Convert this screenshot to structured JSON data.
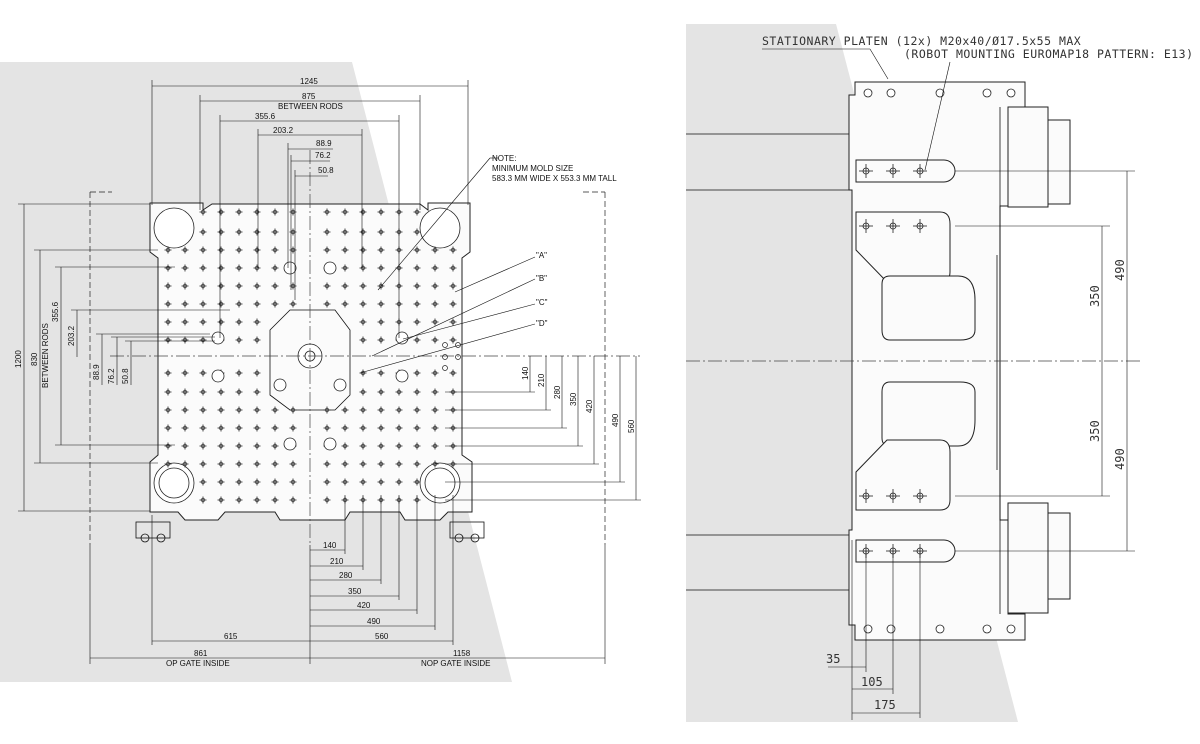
{
  "left_drawing": {
    "top_dims": [
      {
        "label": "1245"
      },
      {
        "label": "875",
        "sub": "BETWEEN RODS"
      },
      {
        "label": "355.6"
      },
      {
        "label": "203.2"
      },
      {
        "label": "88.9"
      },
      {
        "label": "76.2"
      },
      {
        "label": "50.8"
      }
    ],
    "note": [
      "NOTE:",
      "MINIMUM MOLD SIZE",
      "583.3 MM WIDE X 553.3  MM TALL"
    ],
    "callouts": [
      "\"A\"",
      "\"B\"",
      "\"C\"",
      "\"D\""
    ],
    "left_dims": [
      {
        "label": "1200"
      },
      {
        "label": "830"
      },
      {
        "label": "BETWEEN RODS"
      },
      {
        "label": "355.6"
      },
      {
        "label": "203.2"
      },
      {
        "label": "88.9"
      },
      {
        "label": "76.2"
      },
      {
        "label": "50.8"
      }
    ],
    "right_dims": [
      "140",
      "210",
      "280",
      "350",
      "420",
      "490",
      "560"
    ],
    "bottom_dims": [
      "140",
      "210",
      "280",
      "350",
      "420",
      "490",
      "560",
      "615"
    ],
    "gate": {
      "op_value": "861",
      "op_label": "OP GATE INSIDE",
      "nop_value": "1158",
      "nop_label": "NOP GATE INSIDE"
    }
  },
  "right_drawing": {
    "title_line1": "STATIONARY PLATEN (12x) M20x40/Ø17.5x55 MAX",
    "title_line2": "(ROBOT MOUNTING EUROMAP18 PATTERN: E13)",
    "vertical_dims": [
      "490",
      "350",
      "350",
      "490"
    ],
    "bottom_dims": [
      "35",
      "105",
      "175"
    ]
  }
}
